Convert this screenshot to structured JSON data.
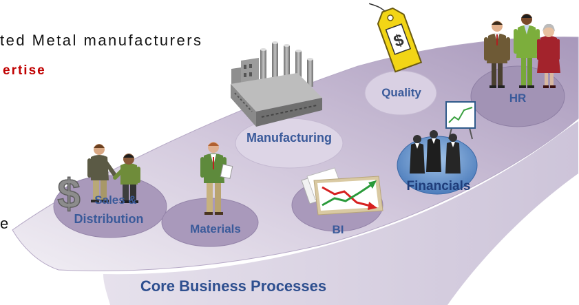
{
  "intro": {
    "line1": "ted Metal manufacturers",
    "line2": "ertise",
    "fragment": "e"
  },
  "diagram": {
    "title": "Core Business Processes",
    "modules": {
      "sales_distribution": [
        "Sales &",
        "Distribution"
      ],
      "materials": [
        "Materials"
      ],
      "bi": [
        "BI"
      ],
      "manufacturing": [
        "Manufacturing"
      ],
      "quality": [
        "Quality"
      ],
      "financials": [
        "Financials"
      ],
      "hr": [
        "HR"
      ]
    },
    "icons": {
      "dollar": {
        "name": "dollar-sign-icon",
        "glyph": "$"
      },
      "price_tag": {
        "name": "price-tag-icon",
        "glyph": "$"
      },
      "handshake": {
        "name": "handshake-people-icon"
      },
      "worker": {
        "name": "worker-with-paper-icon"
      },
      "factory": {
        "name": "factory-icon"
      },
      "bi_chart": {
        "name": "bi-chart-icon"
      },
      "finance_team": {
        "name": "finance-team-icon"
      },
      "hr_team": {
        "name": "hr-team-icon"
      }
    }
  },
  "colors": {
    "label_blue": "#3a5a9a",
    "financials_blue": "#1f3d7a",
    "title_blue": "#2e4f8f",
    "accent_red": "#c00000",
    "band_purple": "#a898bb",
    "financials_circle": "#4677b8",
    "price_tag_yellow": "#f2d516"
  }
}
